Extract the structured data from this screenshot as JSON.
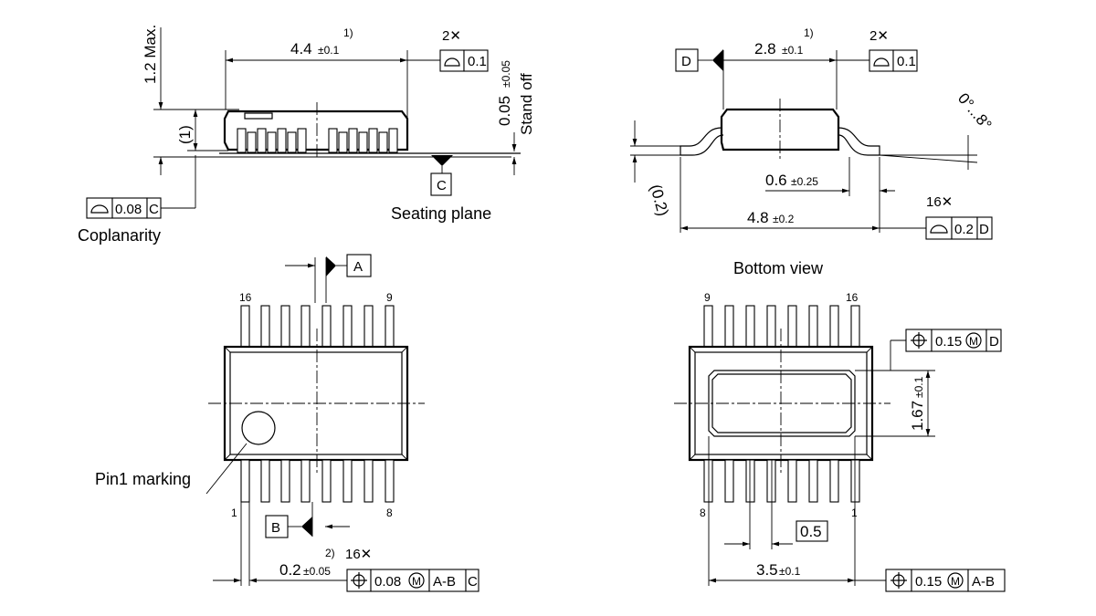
{
  "drawing": {
    "side_view_left": {
      "height_max": "1.2 Max.",
      "width_value": "4.4",
      "width_tol": "±0.1",
      "width_note": "1)",
      "body_height": "(1)",
      "standoff_value": "0.05",
      "standoff_tol": "±0.05",
      "standoff_label": "Stand off",
      "flatness_count": "2✕",
      "flatness_value": "0.1",
      "datum_c": "C",
      "seating_plane": "Seating plane",
      "coplanarity_value": "0.08",
      "coplanarity_datum": "C",
      "coplanarity_label": "Coplanarity"
    },
    "side_view_right": {
      "datum_d": "D",
      "width_value": "2.8",
      "width_tol": "±0.1",
      "width_note": "1)",
      "flatness_count": "2✕",
      "flatness_value": "0.1",
      "angle": "0°...8°",
      "lead_length_value": "0.6",
      "lead_length_tol": "±0.25",
      "lead_thickness": "(0.2)",
      "overall_value": "4.8",
      "overall_tol": "±0.2",
      "profile_count": "16✕",
      "profile_value": "0.2",
      "profile_datum": "D"
    },
    "top_view": {
      "datum_a": "A",
      "datum_b": "B",
      "pin_16": "16",
      "pin_9": "9",
      "pin_1": "1",
      "pin_8": "8",
      "pin1_marking": "Pin1 marking",
      "lead_width_note": "2)",
      "lead_width_count": "16✕",
      "lead_width_value": "0.2",
      "lead_width_tol": "±0.05",
      "position_value": "0.08",
      "position_modifier": "M",
      "position_datums": "A-B",
      "position_datum2": "C"
    },
    "bottom_view": {
      "title": "Bottom view",
      "pin_9": "9",
      "pin_16": "16",
      "pin_8": "8",
      "pin_1": "1",
      "pad_tol_value": "0.15",
      "pad_tol_modifier": "M",
      "pad_tol_datum": "D",
      "pad_height_value": "1.67",
      "pad_height_tol": "±0.1",
      "pitch": "0.5",
      "pad_width_value": "3.5",
      "pad_width_tol": "±0.1",
      "pos_value": "0.15",
      "pos_modifier": "M",
      "pos_datums": "A-B"
    }
  }
}
